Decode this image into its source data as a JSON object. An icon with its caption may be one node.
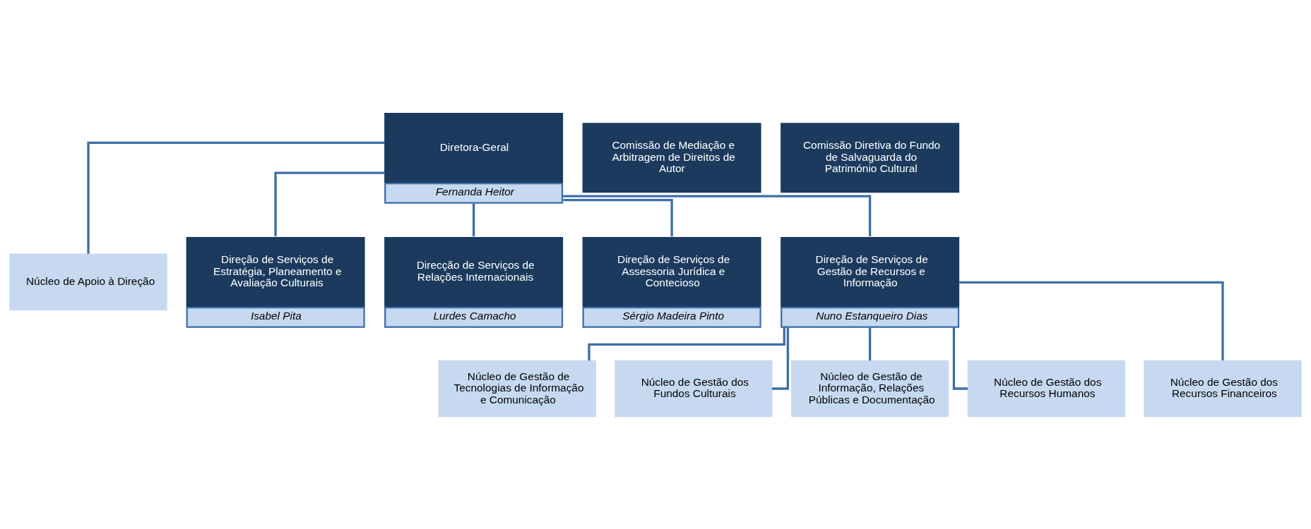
{
  "diagram": {
    "nodes": [
      {
        "text": [
          "Diretora-Geral",
          "Fernanda Heitor"
        ]
      },
      {
        "text": [
          "Comissão de Mediação e Arbitragem de Direitos de Autor"
        ]
      },
      {
        "text": [
          "Comissão Diretiva do Fundo de Salvaguarda do Património Cultural"
        ]
      },
      {
        "text": [
          "Núcleo de Apoio à Direção"
        ]
      },
      {
        "text": [
          "Direção de Serviços de Estratégia, Planeamento e Avaliação Culturais",
          "Isabel Pita"
        ]
      },
      {
        "text": [
          "Direcção de Serviços de Relações Internacionais",
          "Lurdes Camacho"
        ]
      },
      {
        "text": [
          "Direção de Serviços de Assessoria Jurídica e Contecioso",
          "Sérgio Madeira Pinto"
        ]
      },
      {
        "text": [
          "Direção de Serviços de Gestão de Recursos e Informação",
          "Nuno Estanqueiro Dias"
        ]
      },
      {
        "text": [
          "Núcleo de Gestão de Tecnologias de Informação e Comunicação"
        ]
      },
      {
        "text": [
          "Núcleo de Gestão dos Fundos Culturais"
        ]
      },
      {
        "text": [
          "Núcleo de Gestão de Informação, Relações Públicas e Documentação"
        ]
      },
      {
        "text": [
          "Núcleo de Gestão dos Recursos Humanos"
        ]
      },
      {
        "text": [
          "Núcleo de Gestão dos Recursos Financeiros"
        ]
      }
    ],
    "edges": [
      {
        "from": 0,
        "to": 3,
        "arrow": "none"
      },
      {
        "from": 0,
        "to": 4,
        "arrow": "none"
      },
      {
        "from": 0,
        "to": 5,
        "arrow": "none"
      },
      {
        "from": 0,
        "to": 6,
        "arrow": "none"
      },
      {
        "from": 0,
        "to": 7,
        "arrow": "none"
      },
      {
        "from": 7,
        "to": 8,
        "arrow": "none"
      },
      {
        "from": 7,
        "to": 9,
        "arrow": "none"
      },
      {
        "from": 7,
        "to": 10,
        "arrow": "none"
      },
      {
        "from": 7,
        "to": 11,
        "arrow": "none"
      },
      {
        "from": 7,
        "to": 12,
        "arrow": "none"
      }
    ]
  }
}
